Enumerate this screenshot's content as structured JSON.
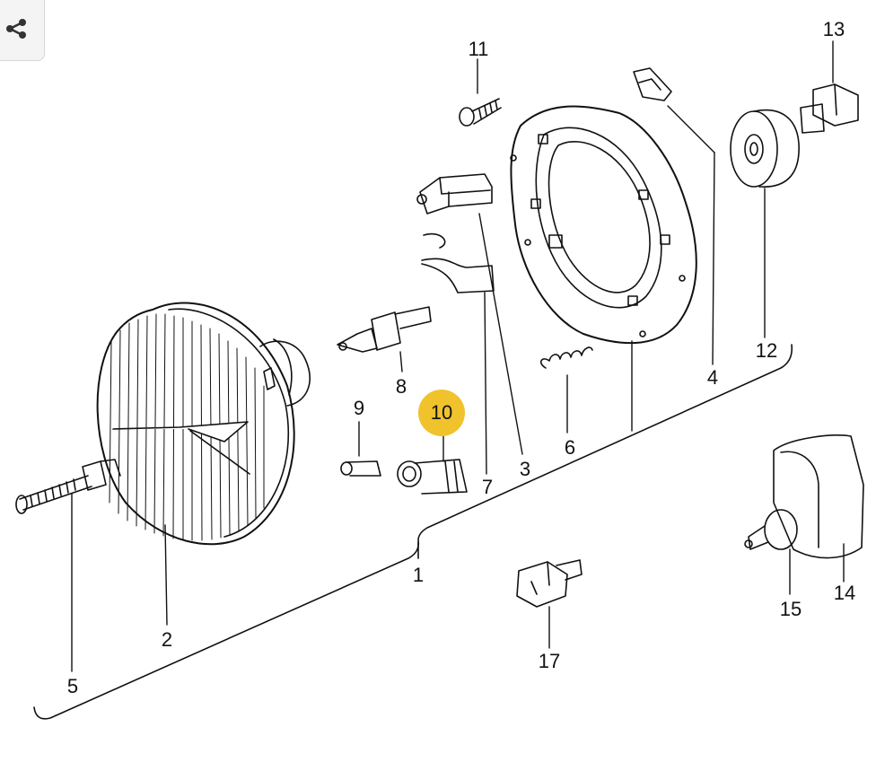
{
  "share_button": {
    "icon": "share-icon"
  },
  "callouts": {
    "c1": "1",
    "c2": "2",
    "c3": "3",
    "c4": "4",
    "c5": "5",
    "c6": "6",
    "c7": "7",
    "c8": "8",
    "c9": "9",
    "c11": "11",
    "c12": "12",
    "c13": "13",
    "c14": "14",
    "c15": "15",
    "c17": "17"
  },
  "highlighted_callout": {
    "label": "10",
    "color": "#f0c22c"
  }
}
